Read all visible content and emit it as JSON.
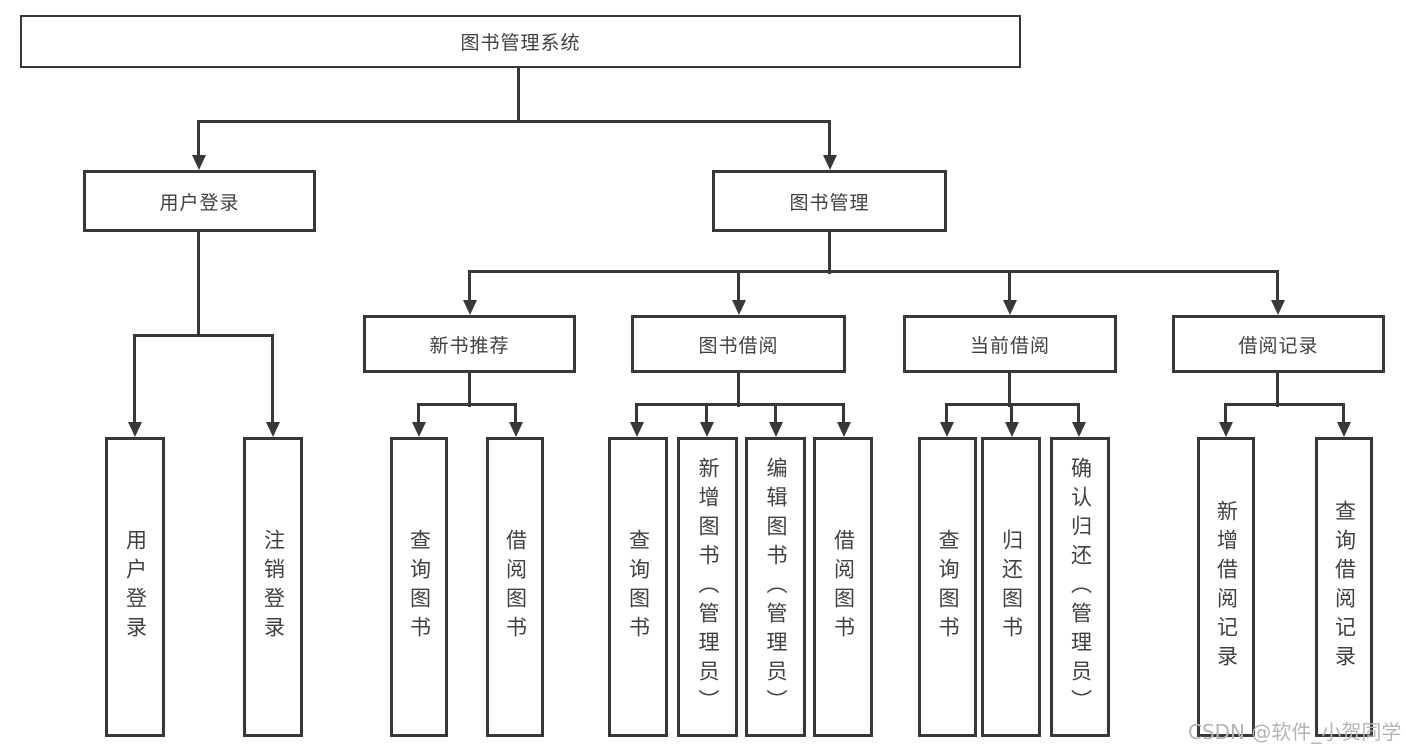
{
  "diagram": {
    "root": "图书管理系统",
    "level2": {
      "user_login": "用户登录",
      "book_management": "图书管理"
    },
    "level3": {
      "new_book_recommend": "新书推荐",
      "book_borrow": "图书借阅",
      "current_borrow": "当前借阅",
      "borrow_records": "借阅记录"
    },
    "leaves": {
      "user_login": "用户登录",
      "logout": "注销登录",
      "nb_query_books": "查询图书",
      "nb_borrow_books": "借阅图书",
      "bb_query_books": "查询图书",
      "bb_add_books_admin": "新增图书（管理员）",
      "bb_edit_books_admin": "编辑图书（管理员）",
      "bb_borrow_books": "借阅图书",
      "cb_query_books": "查询图书",
      "cb_return_books": "归还图书",
      "cb_confirm_return_admin": "确认归还（管理员）",
      "br_add_record": "新增借阅记录",
      "br_query_record": "查询借阅记录"
    }
  },
  "watermark": "CSDN @软件_小贺同学",
  "colors": {
    "line": "#383838",
    "text": "#414141",
    "watermark": "#b5b5b5",
    "background": "#ffffff"
  }
}
